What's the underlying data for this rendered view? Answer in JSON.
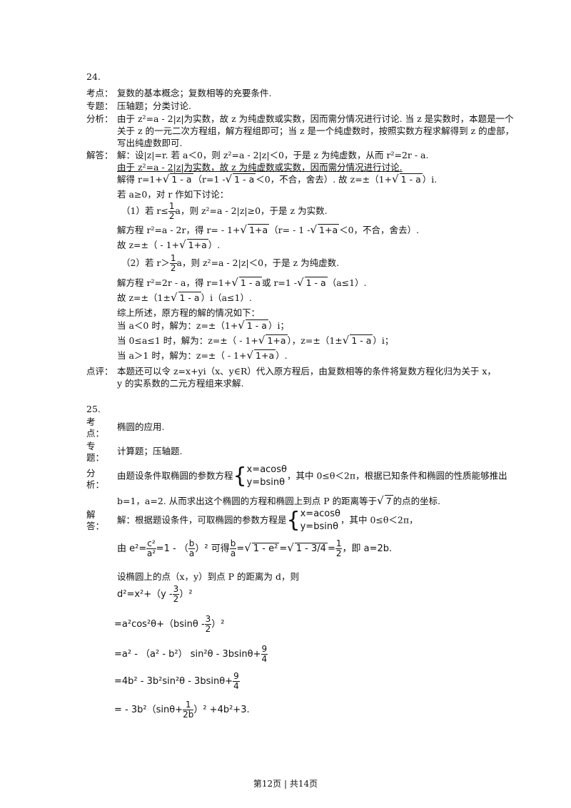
{
  "q24": {
    "num": "24.",
    "kaodian_label": "考点：",
    "kaodian": "复数的基本概念；复数相等的充要条件.",
    "zhuanti_label": "专题：",
    "zhuanti": "压轴题；分类讨论.",
    "fenxi_label": "分析：",
    "fenxi_1": "由于 z²=a - 2|z|为实数，故 z 为纯虚数或实数，因而需分情况进行讨论. 当 z 是实数时，本题是一个",
    "fenxi_2": "关于 z 的一元二次方程组，解方程组即可；当 z 是一个纯虚数时，按照实数方程求解得到 z 的虚部，",
    "fenxi_3": "写出纯虚数即可.",
    "jieda_label": "解答：",
    "l1": "解：设|z|=r. 若 a＜0，则 z²=a - 2|z|＜0，于是 z 为纯虚数，从而 r²=2r - a.",
    "l2": "由于 z²=a - 2|z|为实数，故 z 为纯虚数或实数，因而需分情况进行讨论.",
    "l3a": "解得 r=1+",
    "l3b": "1 - a",
    "l3c": "（r=1 -",
    "l3d": "1 - a",
    "l3e": "＜0，不合，舍去）. 故 z=±（1+",
    "l3f": "1 - a",
    "l3g": "）i.",
    "l4": "若 a≥0，对 r 作如下讨论：",
    "l5a": "（1）若 r≤",
    "l5n": "1",
    "l5d": "2",
    "l5b": "a，则 z²=a - 2|z|≥0，于是 z 为实数.",
    "l6a": "解方程 r²=a - 2r，得 r= - 1+",
    "l6b": "1+a",
    "l6c": "（r= - 1 -",
    "l6d": "1+a",
    "l6e": "＜0，不合，舍去）.",
    "l7a": "故 z=±（ - 1+",
    "l7b": "1+a",
    "l7c": "）.",
    "l8a": "（2）若 r＞",
    "l8n": "1",
    "l8d": "2",
    "l8b": "a，则 z²=a - 2|z|＜0，于是 z 为纯虚数.",
    "l9a": "解方程 r²=2r - a，得 r=1+",
    "l9b": "1 - a",
    "l9c": "或 r=1 -",
    "l9d": "1 - a",
    "l9e": "（a≤1）.",
    "l10a": "故 z=±（1±",
    "l10b": "1 - a",
    "l10c": "）i（a≤1）.",
    "l11": "综上所述，原方程的解的情况如下：",
    "l12a": "当 a＜0 时，解为：z=±（1+",
    "l12b": "1 - a",
    "l12c": "）i；",
    "l13a": "当 0≤a≤1 时，解为：z=±（ - 1+",
    "l13b": "1+a",
    "l13c": "），z=±（1±",
    "l13d": "1 - a",
    "l13e": "）i；",
    "l14a": "当 a＞1 时，解为：z=±（ - 1+",
    "l14b": "1+a",
    "l14c": "）.",
    "dianping_label": "点评：",
    "dianping_1": "本题还可以令 z=x+yi（x、y∈R）代入原方程后，由复数相等的条件将复数方程化归为关于 x，",
    "dianping_2": "y 的实系数的二元方程组来求解."
  },
  "q25": {
    "num": "25.",
    "kaodian_label": "考点：",
    "kaodian": "椭圆的应用.",
    "zhuanti_label": "专题：",
    "zhuanti": "计算题；压轴题.",
    "fenxi_label": "分析：",
    "fenxi_1a": "由题设条件取椭圆的参数方程",
    "fenxi_sys1": "x=acosθ",
    "fenxi_sys2": "y=bsinθ",
    "fenxi_1b": "，其中 0≤θ＜2π，根据已知条件和椭圆的性质能够推出",
    "fenxi_2a": "b=1，a=2. 从而求出这个椭圆的方程和椭圆上到点 P 的距离等于",
    "fenxi_2b": "7",
    "fenxi_2c": "的点的坐标.",
    "jieda_label": "解答：",
    "j1a": "解：根据题设条件，可取椭圆的参数方程是",
    "j1s1": "x=acosθ",
    "j1s2": "y=bsinθ",
    "j1b": "，其中 0≤θ＜2π，",
    "j2a": "由 e²=",
    "j2f1n": "c²",
    "j2f1d": "a²",
    "j2b": "=1 - （",
    "j2f2n": "b",
    "j2f2d": "a",
    "j2c": "）² 可得",
    "j2f3n": "b",
    "j2f3d": "a",
    "j2d": "=",
    "j2e": "1 - e²",
    "j2f": "=",
    "j2g": "1 - 3/4",
    "j2h": "=",
    "j2f4n": "1",
    "j2f4d": "2",
    "j2i": "，即 a=2b.",
    "j3": "设椭圆上的点（x，y）到点 P 的距离为 d，则",
    "e1a": "d²=x²+（y -",
    "e1n": "3",
    "e1d": "2",
    "e1b": "）²",
    "e2a": "=a²cos²θ+（bsinθ -",
    "e2n": "3",
    "e2d": "2",
    "e2b": "）²",
    "e3a": "=a² - （a² - b²） sin²θ - 3bsinθ+",
    "e3n": "9",
    "e3d": "4",
    "e4a": "=4b² - 3b²sin²θ - 3bsinθ+",
    "e4n": "9",
    "e4d": "4",
    "e5a": "= - 3b²（sinθ+",
    "e5n": "1",
    "e5d": "2b",
    "e5b": "）² +4b²+3."
  },
  "footer": "第12页 | 共14页"
}
